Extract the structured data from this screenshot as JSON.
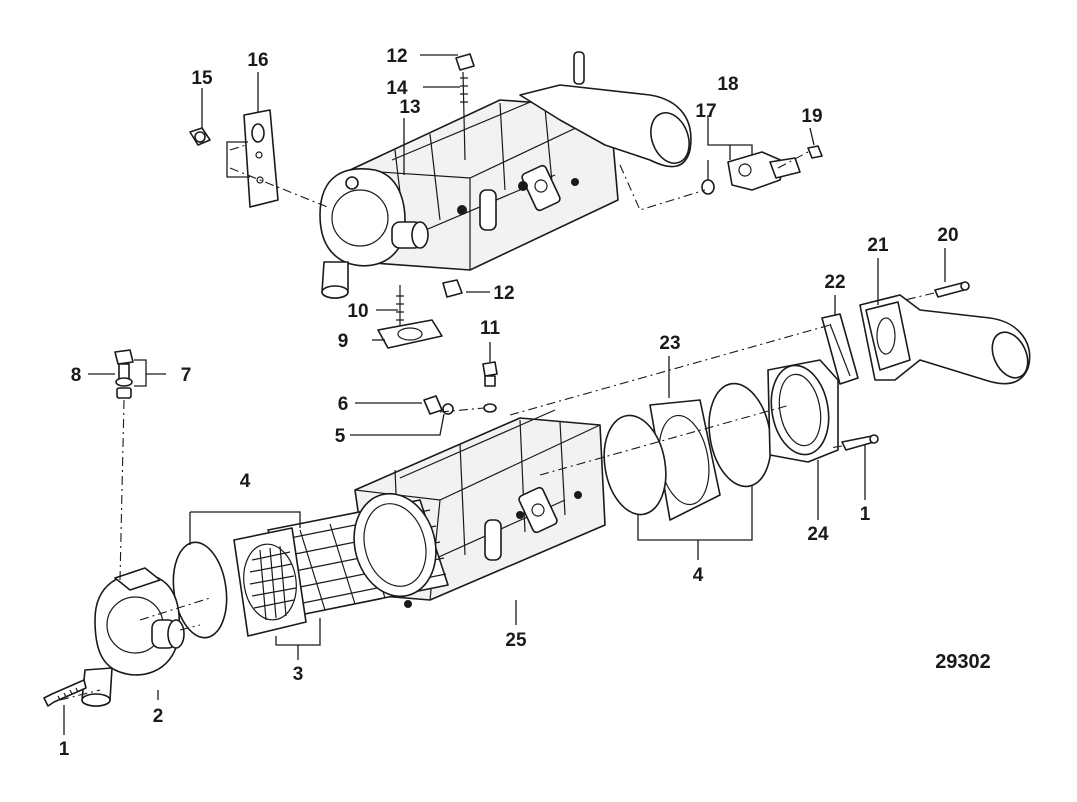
{
  "figure_number": "29302",
  "callouts": {
    "c1a": "1",
    "c1b": "1",
    "c2": "2",
    "c3": "3",
    "c4a": "4",
    "c4b": "4",
    "c5": "5",
    "c6": "6",
    "c7": "7",
    "c8": "8",
    "c9": "9",
    "c10": "10",
    "c11": "11",
    "c12a": "12",
    "c12b": "12",
    "c13": "13",
    "c14": "14",
    "c15": "15",
    "c16": "16",
    "c17": "17",
    "c18": "18",
    "c19": "19",
    "c20": "20",
    "c21": "21",
    "c22": "22",
    "c23": "23",
    "c24": "24",
    "c25": "25"
  }
}
